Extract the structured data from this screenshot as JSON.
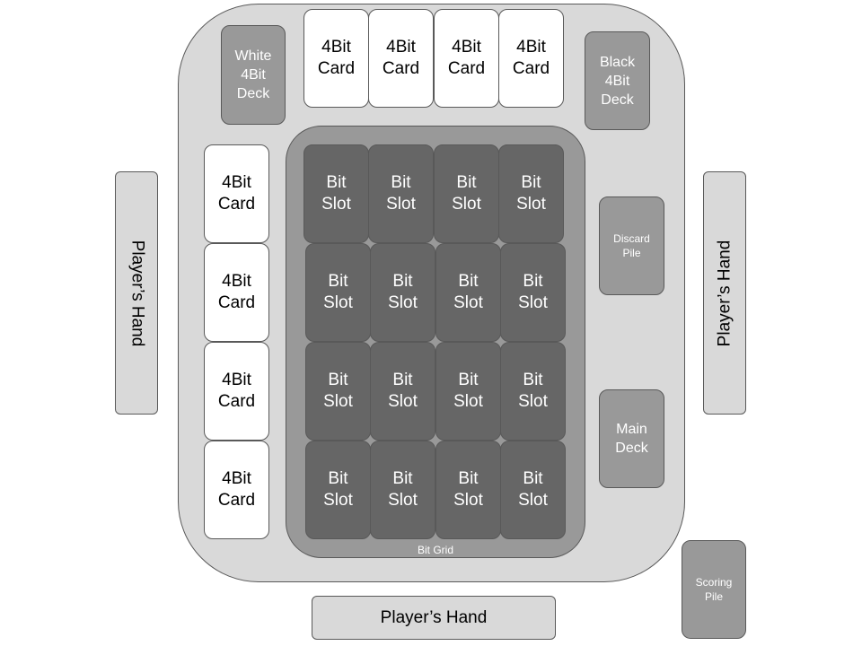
{
  "board": {
    "grid_label": "Bit Grid"
  },
  "decks": {
    "white": "White\n4Bit\nDeck",
    "black": "Black\n4Bit\nDeck",
    "discard": "Discard\nPile",
    "main": "Main\nDeck",
    "scoring": "Scoring\nPile"
  },
  "top_cards": [
    "4Bit\nCard",
    "4Bit\nCard",
    "4Bit\nCard",
    "4Bit\nCard"
  ],
  "side_cards": [
    "4Bit\nCard",
    "4Bit\nCard",
    "4Bit\nCard",
    "4Bit\nCard"
  ],
  "slot_label": "Bit\nSlot",
  "hands": {
    "left": "Player’s Hand",
    "right": "Player’s Hand",
    "bottom": "Player’s Hand"
  },
  "colors": {
    "board": "#d9d9d9",
    "grid": "#999999",
    "slot": "#666666",
    "card": "#ffffff",
    "deck": "#999999",
    "outline": "#595959"
  }
}
